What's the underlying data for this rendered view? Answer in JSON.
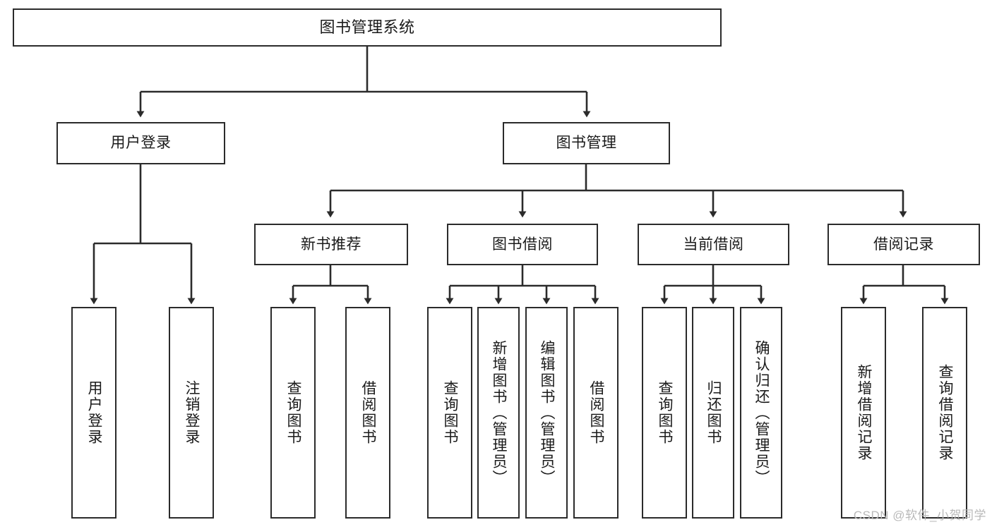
{
  "diagram": {
    "title": "图书管理系统",
    "type": "hierarchy-tree",
    "colors": {
      "box_border": "#2b2b2b",
      "box_fill": "#ffffff",
      "line": "#2b2b2b",
      "text": "#1a1a1a",
      "watermark": "#b9b9b9"
    },
    "root": {
      "label": "图书管理系统"
    },
    "level1": [
      {
        "id": "user-login",
        "label": "用户登录"
      },
      {
        "id": "book-manage",
        "label": "图书管理"
      }
    ],
    "level2": [
      {
        "id": "new-book-recommend",
        "label": "新书推荐",
        "parent": "book-manage"
      },
      {
        "id": "book-borrow",
        "label": "图书借阅",
        "parent": "book-manage"
      },
      {
        "id": "current-borrow",
        "label": "当前借阅",
        "parent": "book-manage"
      },
      {
        "id": "borrow-record",
        "label": "借阅记录",
        "parent": "book-manage"
      }
    ],
    "leaves": [
      {
        "id": "leaf-user-login",
        "label": "用户登录",
        "parent": "user-login"
      },
      {
        "id": "leaf-logout-login",
        "label": "注销登录",
        "parent": "user-login"
      },
      {
        "id": "leaf-query-book-a",
        "label": "查询图书",
        "parent": "new-book-recommend"
      },
      {
        "id": "leaf-borrow-book-a",
        "label": "借阅图书",
        "parent": "new-book-recommend"
      },
      {
        "id": "leaf-query-book-b",
        "label": "查询图书",
        "parent": "book-borrow"
      },
      {
        "id": "leaf-add-book",
        "label": "新增图书（管理员）",
        "parent": "book-borrow"
      },
      {
        "id": "leaf-edit-book",
        "label": "编辑图书（管理员）",
        "parent": "book-borrow"
      },
      {
        "id": "leaf-borrow-book-b",
        "label": "借阅图书",
        "parent": "book-borrow"
      },
      {
        "id": "leaf-query-book-c",
        "label": "查询图书",
        "parent": "current-borrow"
      },
      {
        "id": "leaf-return-book",
        "label": "归还图书",
        "parent": "current-borrow"
      },
      {
        "id": "leaf-confirm-return",
        "label": "确认归还（管理员）",
        "parent": "current-borrow"
      },
      {
        "id": "leaf-add-record",
        "label": "新增借阅记录",
        "parent": "borrow-record"
      },
      {
        "id": "leaf-query-record",
        "label": "查询借阅记录",
        "parent": "borrow-record"
      }
    ],
    "watermark": "CSDN @软件_小贺同学"
  }
}
